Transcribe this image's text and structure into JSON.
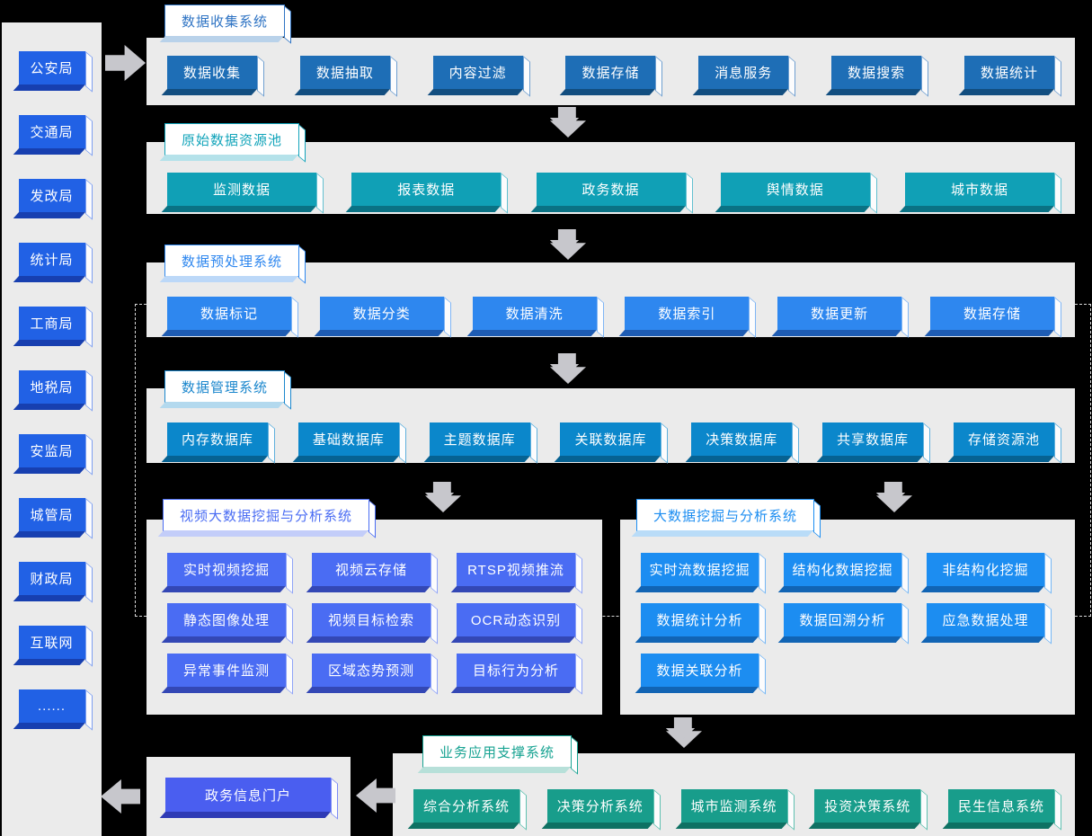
{
  "diagram": {
    "background_color": "#000000",
    "panel_color": "#ebebeb",
    "arrow_color": "#c7c7cc",
    "dashed_line_color": "#d9d9d9"
  },
  "sidebar": {
    "items": [
      "公安局",
      "交通局",
      "发改局",
      "统计局",
      "工商局",
      "地税局",
      "安监局",
      "城管局",
      "财政局",
      "互联网",
      "......"
    ],
    "theme": {
      "front": "#2161e5",
      "depth": "#173fb0",
      "edge": "#7d9ff0"
    }
  },
  "sections": [
    {
      "title": "数据收集系统",
      "boxes": [
        "数据收集",
        "数据抽取",
        "内容过滤",
        "数据存储",
        "消息服务",
        "数据搜索",
        "数据统计"
      ],
      "theme": {
        "front": "#1e6eb6",
        "depth": "#124e80",
        "edge": "#6f9fd0",
        "title_text": "#2f74c4",
        "title_depth": "#b9d2ea"
      }
    },
    {
      "title": "原始数据资源池",
      "boxes": [
        "监测数据",
        "报表数据",
        "政务数据",
        "舆情数据",
        "城市数据"
      ],
      "theme": {
        "front": "#10a0b6",
        "depth": "#0a7284",
        "edge": "#62c0d0",
        "title_text": "#12a4ba",
        "title_depth": "#b5e2ea"
      }
    },
    {
      "title": "数据预处理系统",
      "boxes": [
        "数据标记",
        "数据分类",
        "数据清洗",
        "数据索引",
        "数据更新",
        "数据存储"
      ],
      "theme": {
        "front": "#2e87ef",
        "depth": "#1e5cb3",
        "edge": "#7fb5f5",
        "title_text": "#2e87ef",
        "title_depth": "#bcd8f8"
      }
    },
    {
      "title": "数据管理系统",
      "boxes": [
        "内存数据库",
        "基础数据库",
        "主题数据库",
        "关联数据库",
        "决策数据库",
        "共享数据库",
        "存储资源池"
      ],
      "theme": {
        "front": "#0b87cb",
        "depth": "#066292",
        "edge": "#5fb0dd",
        "title_text": "#1b87cd",
        "title_depth": "#b3d9ee"
      }
    },
    {
      "title": "视频大数据挖掘与分析系统",
      "boxes": [
        "实时视频挖掘",
        "视频云存储",
        "RTSP视频推流",
        "静态图像处理",
        "视频目标检索",
        "OCR动态识别",
        "异常事件监测",
        "区域态势预测",
        "目标行为分析"
      ],
      "grid": true,
      "theme": {
        "front": "#4a6cf3",
        "depth": "#3347b5",
        "edge": "#8fa3f7",
        "title_text": "#4a6cf3",
        "title_depth": "#c3cdf9"
      }
    },
    {
      "title": "大数据挖掘与分析系统",
      "boxes": [
        "实时流数据挖掘",
        "结构化数据挖掘",
        "非结构化挖掘",
        "数据统计分析",
        "数据回溯分析",
        "应急数据处理",
        "数据关联分析"
      ],
      "grid": true,
      "theme": {
        "front": "#1c8df1",
        "depth": "#1164b4",
        "edge": "#74b6f5",
        "title_text": "#1c8df1",
        "title_depth": "#b9dcf8"
      }
    },
    {
      "title": "业务应用支撑系统",
      "boxes": [
        "综合分析系统",
        "决策分析系统",
        "城市监测系统",
        "投资决策系统",
        "民生信息系统"
      ],
      "theme": {
        "front": "#189d8b",
        "depth": "#0e7163",
        "edge": "#5fc0b0",
        "title_text": "#17a392",
        "title_depth": "#b7e0d9"
      }
    }
  ],
  "portal": {
    "label": "政务信息门户",
    "theme": {
      "front": "#4a5ef0",
      "depth": "#2e3ab5",
      "edge": "#7d8cf5"
    }
  }
}
